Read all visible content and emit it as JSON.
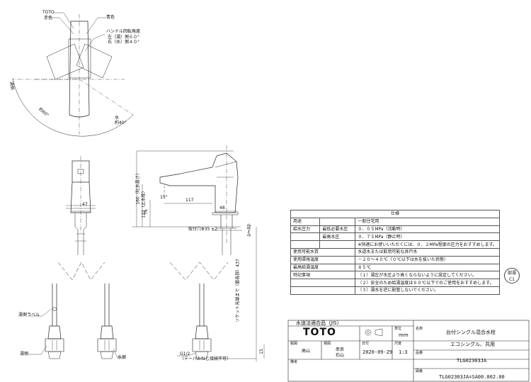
{
  "plan_view": {
    "brand": "TOTO",
    "hot_label": "赤色",
    "cold_label": "青色",
    "handle_angle_title": "ハンドル回転角度",
    "handle_angle_left": "左（湯）側６０°",
    "handle_angle_right": "右（水）側４０°",
    "hot_side": "湯側",
    "hot_side_angle": "約60°",
    "cold_side": "水",
    "cold_side_angle": "約40°"
  },
  "front_view": {
    "dim_47": "47",
    "hot_hose_label": "湯側ラベル",
    "hot_side_label": "湯側",
    "cold_side_label": "水側"
  },
  "side_view": {
    "dim_117": "117",
    "dim_48": "48",
    "dim_15deg": "15°",
    "dim_160": "160（吐水高さ）",
    "dim_122": "122（止水栓）",
    "dim_76": "76",
    "mount_hole": "取付穴Φ35 ±2",
    "dim_thickness": "1〜32",
    "dim_socket": "ソケット先端まで（最長部）437",
    "dim_15": "15",
    "thread": "G1/2",
    "thread_note": "（テーパおねじ接続不可）"
  },
  "spec_table": {
    "title": "仕様",
    "rows": [
      [
        "用途",
        "",
        "一般住宅用"
      ],
      [
        "給水圧力",
        "最低必要水圧",
        "０．０５MPa（流動時）"
      ],
      [
        "",
        "最高水圧",
        "０．７５MPa（静止時）"
      ],
      [
        "",
        "",
        "※快適にお使いいただくには、０．２MPa程度の圧力をおすすめします。"
      ],
      [
        "使用可能水質",
        "",
        "水道水または飲用可能な井戸水"
      ],
      [
        "使用環境温度",
        "",
        "－２０〜４０℃（０℃以下は水を抜いた状態）"
      ],
      [
        "最高給湯温度",
        "",
        "８５℃"
      ],
      [
        "特記事項",
        "",
        "（１）湯圧が水圧より高くならないように設定してください。"
      ],
      [
        "",
        "",
        "（２）安全のため給湯温度は６０℃以下でのご使用をおすすめします。"
      ],
      [
        "",
        "",
        "（３）湯水を逆に配管しないでください。"
      ]
    ]
  },
  "stamp": {
    "line1": "部湯",
    "line2": "C1"
  },
  "title_block": {
    "jis": "水道法適合品（JIS）",
    "logo": "TOTO",
    "unit_label": "単位",
    "unit": "mm",
    "name_label": "名称",
    "name1": "台付シングル混合水栓",
    "name2": "エコシングル、共用",
    "drawn_label": "製図",
    "drawn": "高山",
    "check_label": "検図",
    "check1": "串良",
    "check2": "石山",
    "date_label": "日付",
    "date": "2020-09-29",
    "scale_label": "尺度",
    "scale": "1:3",
    "product_label": "品番",
    "product": "TLG02303JA",
    "remarks_label": "備考",
    "drawing_label": "図番",
    "drawing_no": "TLG02303JA=SA00.002.00"
  }
}
